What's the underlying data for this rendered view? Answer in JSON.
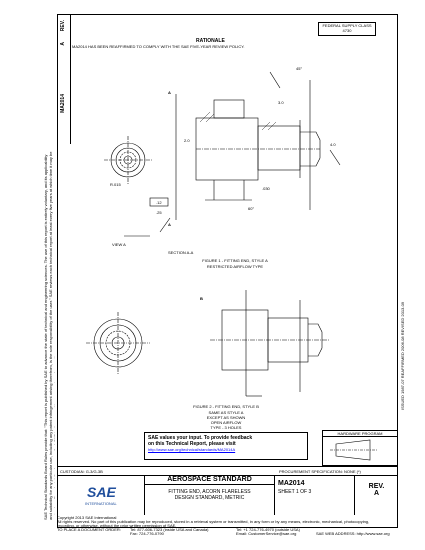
{
  "header": {
    "rev_label": "REV.",
    "rev_value": "A",
    "doc_id": "MA2014",
    "federal_supply_class_label": "FEDERAL SUPPLY CLASS",
    "federal_supply_class_value": "4730",
    "rationale_title": "RATIONALE",
    "rationale_text": "MA2014 HAS BEEN REAFFIRMED TO COMPLY WITH THE SAE FIVE-YEAR REVIEW POLICY."
  },
  "left_margin_text": "SAE Technical Standards Board Rules provide that: \"This report is published by SAE to advance the state of technical and engineering sciences. The use of this report is entirely voluntary, and its applicability and suitability for any particular use, including any patent infringement arising therefrom, is the sole responsibility of the user.\" SAE reviews each technical report at least every five years at which time it may be revised, reaffirmed, stabilized, or cancelled. SAE invites your written comments and suggestions.",
  "right_margin_text": "ISSUED 1987-07   REAFFIRMED 2006-08   REVISED 2013-09",
  "figures": {
    "fig1_caption": "FIGURE 1 - FITTING END, STYLE A",
    "fig1_sub": "RESTRICTED AIRFLOW TYPE",
    "fig2_caption": "FIGURE 2 - FITTING END, STYLE B",
    "fig2_sub_1": "SAME AS STYLE A",
    "fig2_sub_2": "EXCEPT AS SHOWN",
    "fig2_sub_3": "OPEN AIRFLOW",
    "fig2_sub_4": "TYPE - 3 HOLES",
    "view_a": "VIEW A",
    "section_a": "SECTION A-A",
    "dims": [
      "2.0",
      "3.0",
      "4.0",
      ".030",
      "45°",
      "R.015",
      "60°",
      ".25",
      ".12",
      "A",
      "A",
      "B"
    ],
    "ref_box_label": "HARDWARE PROGRAM"
  },
  "feedback": {
    "line1": "SAE values your input. To provide feedback",
    "line2": "on this Technical Report, please visit",
    "url": "http://www.sae.org/technical/standards/MA2014A"
  },
  "title_block": {
    "custodian": "CUSTODIAN: G-3/G-3B",
    "procurement": "PROCUREMENT SPECIFICATION: NONE (*)",
    "standard_type": "AEROSPACE STANDARD",
    "title_line1": "FITTING END, ACORN FLARELESS",
    "title_line2": "DESIGN STANDARD, METRIC",
    "doc_number": "MA2014",
    "sheet": "SHEET 1 OF 3",
    "rev_label": "REV.",
    "rev_value": "A",
    "logo_text": "SAE",
    "logo_sub": "INTERNATIONAL"
  },
  "footer": {
    "copyright": "Copyright 2013 SAE International",
    "rights": "All rights reserved. No part of this publication may be reproduced, stored in a retrieval system or transmitted, in any form or by any means, electronic, mechanical, photocopying,",
    "rights2": "recording, or otherwise, without the prior written permission of SAE.",
    "order_label": "TO PLACE A DOCUMENT ORDER:",
    "phone1": "Tel: 877-606-7323 (inside USA and Canada)",
    "phone2": "Tel: +1 724-776-4970 (outside USA)",
    "fax": "Fax: 724-776-0790",
    "email": "Email: CustomerService@sae.org",
    "web": "SAE WEB ADDRESS: http://www.sae.org"
  }
}
